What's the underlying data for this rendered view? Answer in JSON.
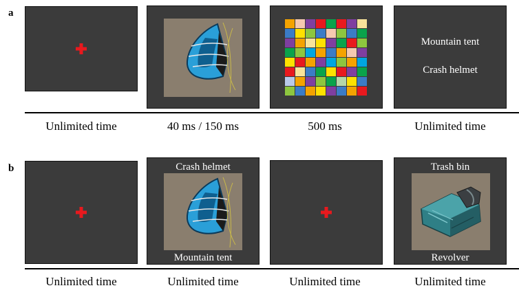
{
  "panel_a": {
    "letter": "a",
    "screens": [
      {
        "type": "fixation",
        "duration": "Unlimited time"
      },
      {
        "type": "object-image",
        "object_icon": "crash-helmet-icon",
        "duration": "40 ms / 150 ms"
      },
      {
        "type": "color-mask",
        "duration": "500 ms"
      },
      {
        "type": "response-options",
        "options": [
          "Mountain tent",
          "Crash helmet"
        ],
        "duration": "Unlimited time"
      }
    ]
  },
  "panel_b": {
    "letter": "b",
    "screens": [
      {
        "type": "fixation",
        "duration": "Unlimited time"
      },
      {
        "type": "labeled-object",
        "label_top": "Crash helmet",
        "label_bottom": "Mountain tent",
        "object_icon": "crash-helmet-icon",
        "duration": "Unlimited time"
      },
      {
        "type": "fixation",
        "duration": "Unlimited time"
      },
      {
        "type": "labeled-object",
        "label_top": "Trash bin",
        "label_bottom": "Revolver",
        "object_icon": "trash-bin-icon",
        "duration": "Unlimited time"
      }
    ]
  },
  "colors": {
    "screen_background": "#3b3b3b",
    "fixation_cross": "#e8191e",
    "photo_background": "#8a7e6e",
    "object_blue": "#2a9fd8"
  },
  "mask_colors": [
    [
      "#f4a300",
      "#f5c9b0",
      "#7f3fa0",
      "#e8191e",
      "#0aa34b",
      "#e8191e",
      "#7f3fa0",
      "#f8e39a"
    ],
    [
      "#3b7cc6",
      "#ffe100",
      "#8dc63f",
      "#3b7cc6",
      "#f5c9b0",
      "#8dc63f",
      "#3b7cc6",
      "#0aa34b"
    ],
    [
      "#7f3fa0",
      "#f4a300",
      "#f8e39a",
      "#ffe100",
      "#7f3fa0",
      "#0aa34b",
      "#e8191e",
      "#8dc63f"
    ],
    [
      "#0aa34b",
      "#8dc63f",
      "#00a6e0",
      "#f4a300",
      "#3b7cc6",
      "#f4a300",
      "#f5c9b0",
      "#7f3fa0"
    ],
    [
      "#ffe100",
      "#e8191e",
      "#f4a300",
      "#7f3fa0",
      "#00a6e0",
      "#8dc63f",
      "#f4a300",
      "#00a6e0"
    ],
    [
      "#e8191e",
      "#f8e39a",
      "#3b7cc6",
      "#0aa34b",
      "#ffe100",
      "#e8191e",
      "#7f3fa0",
      "#0aa34b"
    ],
    [
      "#b9c9ea",
      "#f4a300",
      "#7f3fa0",
      "#8dc63f",
      "#0aa34b",
      "#b5d7a8",
      "#ffe100",
      "#3b7cc6"
    ],
    [
      "#8dc63f",
      "#3b7cc6",
      "#f4a300",
      "#ffe100",
      "#7f3fa0",
      "#3b7cc6",
      "#f4a300",
      "#e8191e"
    ]
  ]
}
